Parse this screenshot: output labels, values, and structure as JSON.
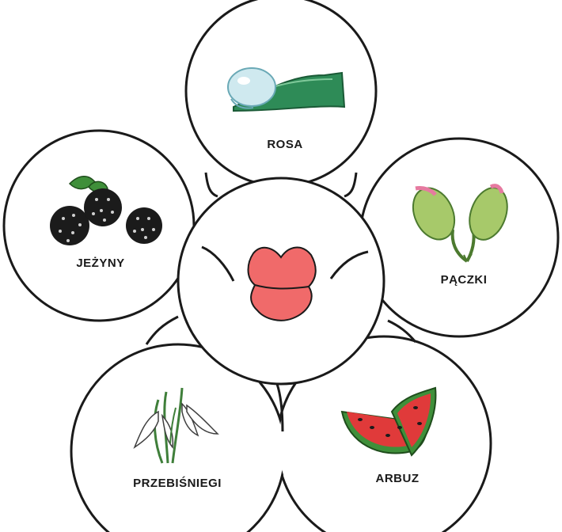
{
  "petals": {
    "top": {
      "label": "ROSA",
      "icon": "dewdrop-on-leaf-icon"
    },
    "right": {
      "label": "PĄCZKI",
      "icon": "flower-buds-icon"
    },
    "bottom_right": {
      "label": "ARBUZ",
      "icon": "watermelon-icon"
    },
    "bottom_left": {
      "label": "PRZEBIŚNIEGI",
      "icon": "snowdrops-icon"
    },
    "left": {
      "label": "JEŻYNY",
      "icon": "blackberries-icon"
    }
  },
  "center": {
    "icon": "pursed-lips-icon"
  },
  "colors": {
    "outline": "#1a1a1a",
    "leaf_green": "#2e8b57",
    "watermelon_red": "#e03a3a",
    "watermelon_rind": "#3f8f3a",
    "lips": "#f06a6a",
    "bud_green": "#a7c96a",
    "bud_pink": "#e67aa0",
    "dew_blue": "#cfe9ef",
    "berry_dark": "#1b1b1b"
  }
}
